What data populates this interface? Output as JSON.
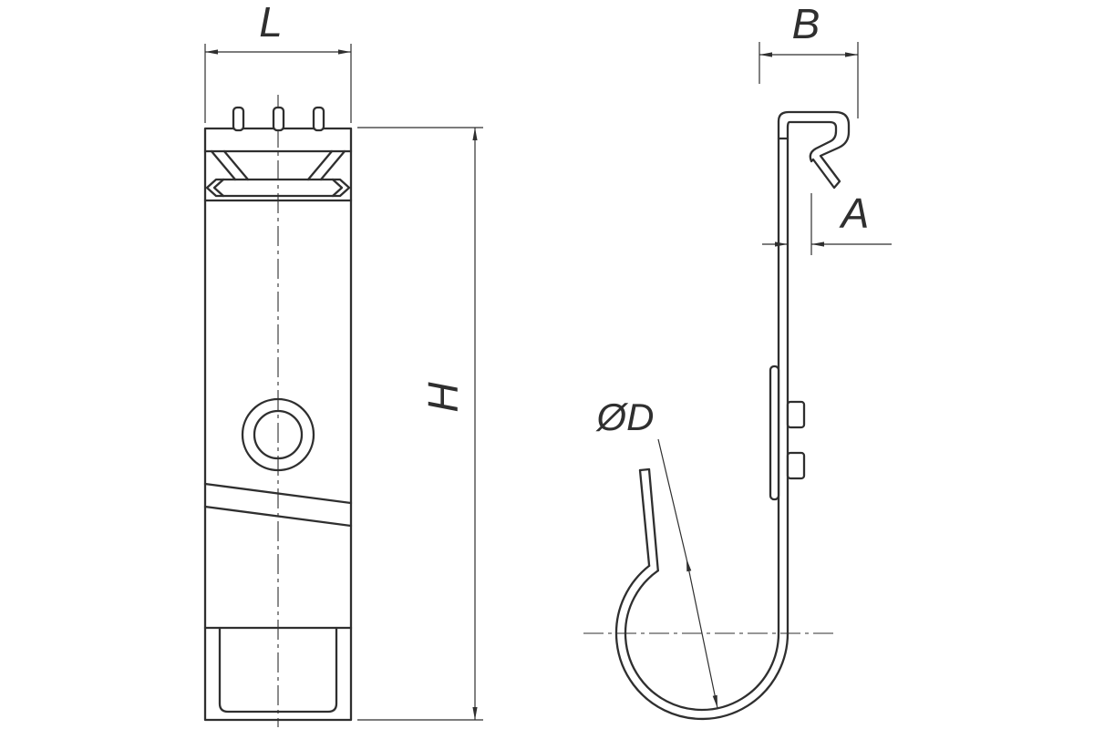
{
  "drawing": {
    "colors": {
      "line": "#2f2f2f",
      "bg": "#ffffff"
    },
    "labels": {
      "width_front": "L",
      "depth": "B",
      "hook_gap": "A",
      "height": "H",
      "loop_diameter": "ØD"
    }
  }
}
